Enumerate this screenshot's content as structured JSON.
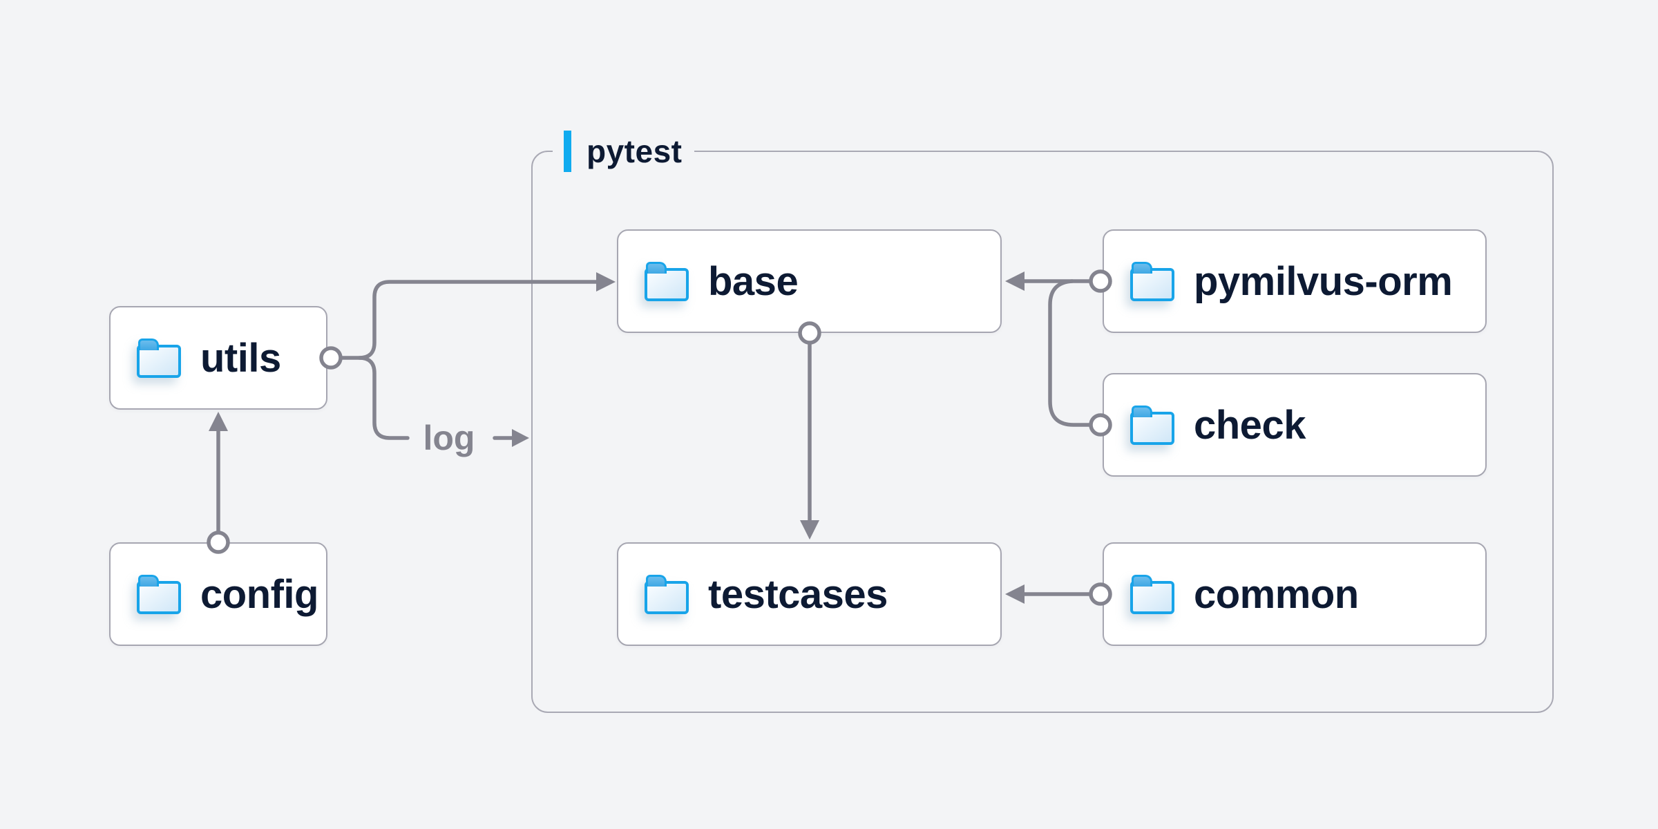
{
  "title": "pytest test framework folder structure diagram",
  "colors": {
    "background": "#f3f4f6",
    "node_background": "#ffffff",
    "node_border": "#a6a6b1",
    "group_border": "#a9a9b4",
    "connector": "#84848f",
    "label_text": "#0d1a33",
    "log_text": "#84848f",
    "accent_blue": "#10abef",
    "folder_stroke": "#18a4e9",
    "folder_tab": "#3fa8e4",
    "folder_fill_light": "#f8fcff",
    "folder_fill_dark": "#d2e8f8"
  },
  "group": {
    "label": "pytest"
  },
  "nodes": {
    "utils": {
      "label": "utils",
      "icon": "folder-icon"
    },
    "config": {
      "label": "config",
      "icon": "folder-icon"
    },
    "base": {
      "label": "base",
      "icon": "folder-icon"
    },
    "pymilvus_orm": {
      "label": "pymilvus-orm",
      "icon": "folder-icon"
    },
    "check": {
      "label": "check",
      "icon": "folder-icon"
    },
    "testcases": {
      "label": "testcases",
      "icon": "folder-icon"
    },
    "common": {
      "label": "common",
      "icon": "folder-icon"
    }
  },
  "edges": {
    "log_label": "log",
    "list": [
      {
        "from": "config",
        "to": "utils",
        "style": "circle-to-arrow"
      },
      {
        "from": "utils",
        "to": "base",
        "style": "circle-to-arrow"
      },
      {
        "from": "utils",
        "to": "log",
        "style": "circle-to-labeled-arrow"
      },
      {
        "from": "pymilvus-orm",
        "to": "base",
        "style": "circle-to-arrow"
      },
      {
        "from": "check",
        "to": "base",
        "style": "circle-to-arrow"
      },
      {
        "from": "base",
        "to": "testcases",
        "style": "circle-to-arrow"
      },
      {
        "from": "common",
        "to": "testcases",
        "style": "circle-to-arrow"
      }
    ]
  }
}
